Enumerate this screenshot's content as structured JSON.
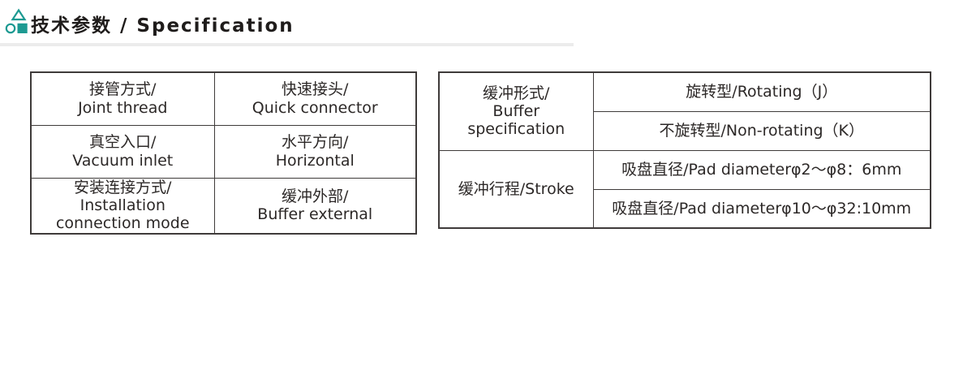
{
  "header": {
    "title": "技术参数 / Specification",
    "icon": "triangle-circle-square-icon"
  },
  "colors": {
    "accent": "#1d9a92",
    "table_border": "#3f3b3a",
    "text": "#2c2827",
    "divider": "#ececec"
  },
  "left_table": {
    "rows": [
      {
        "label": [
          "接管方式/",
          "Joint thread"
        ],
        "value": [
          "快速接头/",
          "Quick connector"
        ]
      },
      {
        "label": [
          "真空入口/",
          "Vacuum inlet"
        ],
        "value": [
          "水平方向/",
          "Horizontal"
        ]
      },
      {
        "label": [
          "安装连接方式/",
          "Installation",
          "connection mode"
        ],
        "value": [
          "缓冲外部/",
          "Buffer external"
        ]
      }
    ]
  },
  "right_table": {
    "groups": [
      {
        "label": [
          "缓冲形式/",
          "Buffer",
          "specification"
        ],
        "values": [
          "旋转型/Rotating（J）",
          "不旋转型/Non-rotating（K）"
        ]
      },
      {
        "label": [
          "缓冲行程/Stroke"
        ],
        "values": [
          "吸盘直径/Pad diameterφ2～φ8：6mm",
          "吸盘直径/Pad diameterφ10～φ32:10mm"
        ]
      }
    ]
  }
}
